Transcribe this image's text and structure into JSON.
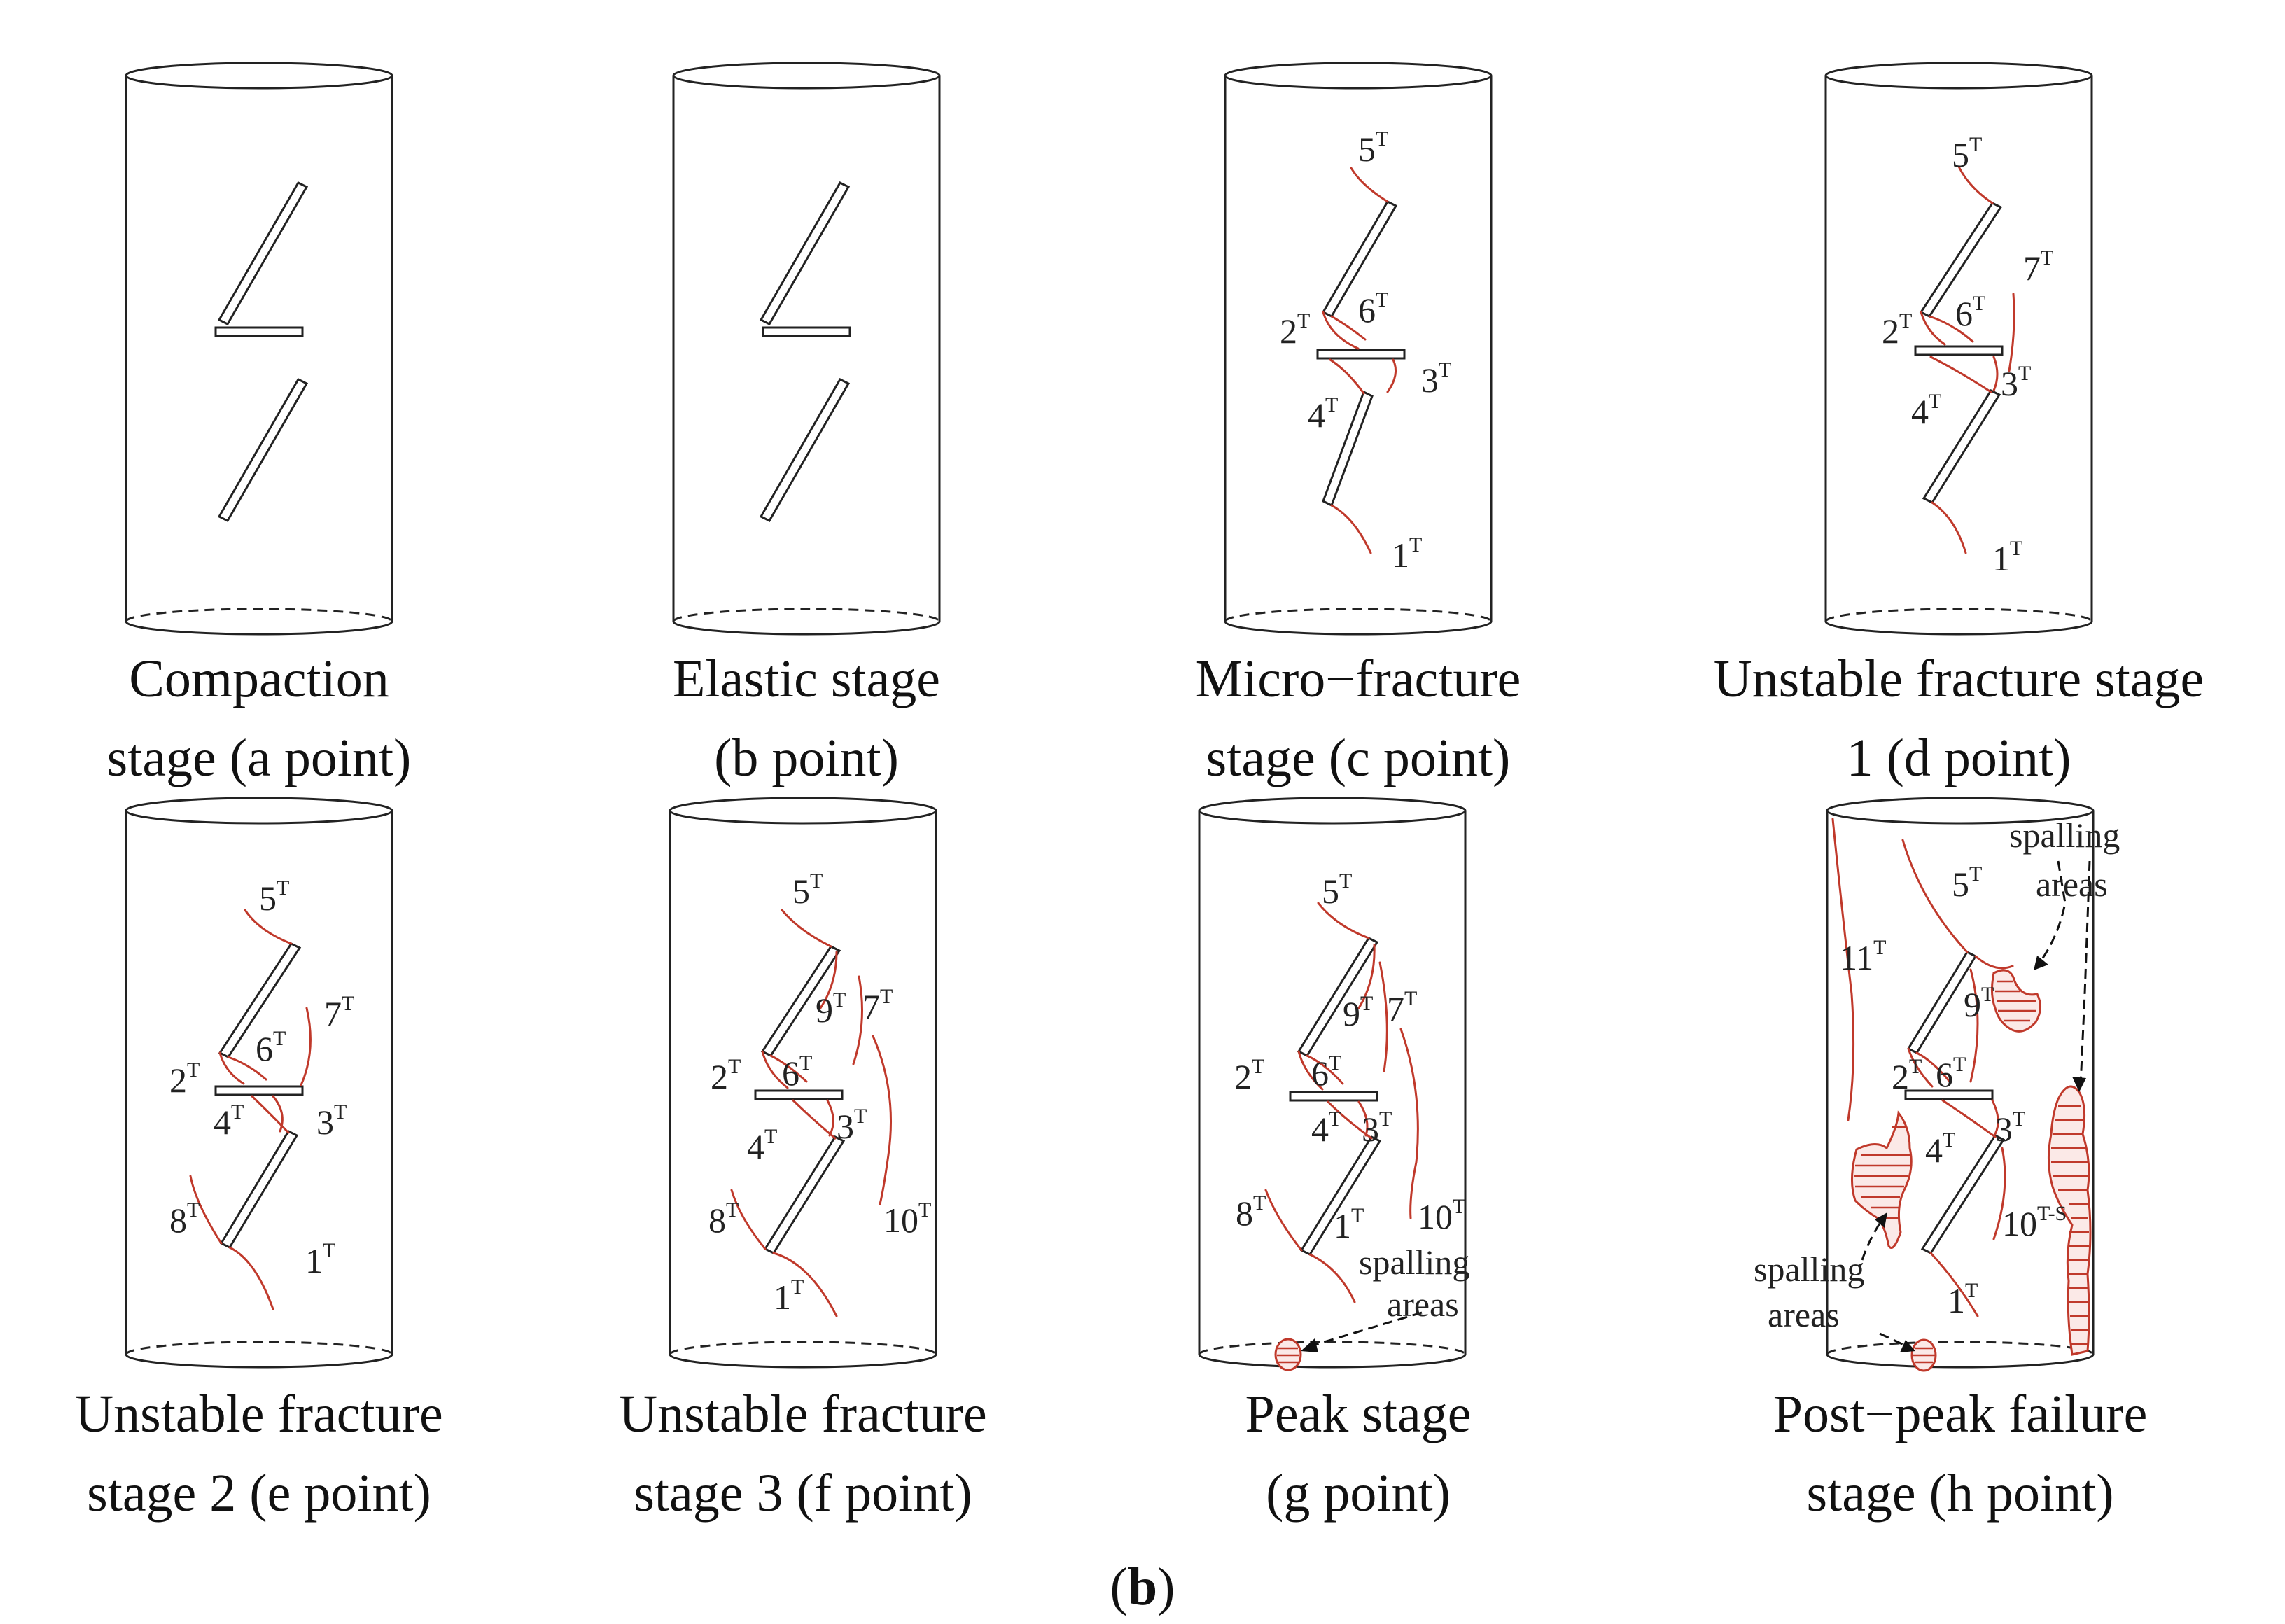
{
  "figure_label": {
    "open": "(",
    "letter": "b",
    "close": ")"
  },
  "panels": [
    {
      "id": "a",
      "caption": [
        "Compaction",
        "stage (a point)"
      ],
      "cracks": []
    },
    {
      "id": "b",
      "caption": [
        "Elastic stage",
        "(b point)"
      ],
      "cracks": []
    },
    {
      "id": "c",
      "caption": [
        "Micro−fracture",
        "stage (c point)"
      ],
      "cracks": [
        {
          "n": "5",
          "s": "T"
        },
        {
          "n": "2",
          "s": "T"
        },
        {
          "n": "6",
          "s": "T"
        },
        {
          "n": "3",
          "s": "T"
        },
        {
          "n": "4",
          "s": "T"
        },
        {
          "n": "1",
          "s": "T"
        }
      ]
    },
    {
      "id": "d",
      "caption": [
        "Unstable fracture stage",
        "1 (d point)"
      ],
      "cracks": [
        {
          "n": "5",
          "s": "T"
        },
        {
          "n": "7",
          "s": "T"
        },
        {
          "n": "2",
          "s": "T"
        },
        {
          "n": "6",
          "s": "T"
        },
        {
          "n": "3",
          "s": "T"
        },
        {
          "n": "4",
          "s": "T"
        },
        {
          "n": "1",
          "s": "T"
        }
      ]
    },
    {
      "id": "e",
      "caption": [
        "Unstable fracture",
        "stage 2 (e point)"
      ],
      "cracks": [
        {
          "n": "5",
          "s": "T"
        },
        {
          "n": "7",
          "s": "T"
        },
        {
          "n": "6",
          "s": "T"
        },
        {
          "n": "2",
          "s": "T"
        },
        {
          "n": "4",
          "s": "T"
        },
        {
          "n": "3",
          "s": "T"
        },
        {
          "n": "8",
          "s": "T"
        },
        {
          "n": "1",
          "s": "T"
        }
      ]
    },
    {
      "id": "f",
      "caption": [
        "Unstable fracture",
        "stage 3 (f point)"
      ],
      "cracks": [
        {
          "n": "5",
          "s": "T"
        },
        {
          "n": "9",
          "s": "T"
        },
        {
          "n": "7",
          "s": "T"
        },
        {
          "n": "2",
          "s": "T"
        },
        {
          "n": "6",
          "s": "T"
        },
        {
          "n": "4",
          "s": "T"
        },
        {
          "n": "3",
          "s": "T"
        },
        {
          "n": "8",
          "s": "T"
        },
        {
          "n": "10",
          "s": "T"
        },
        {
          "n": "1",
          "s": "T"
        }
      ]
    },
    {
      "id": "g",
      "caption": [
        "Peak stage",
        "(g point)"
      ],
      "cracks": [
        {
          "n": "5",
          "s": "T"
        },
        {
          "n": "9",
          "s": "T"
        },
        {
          "n": "7",
          "s": "T"
        },
        {
          "n": "2",
          "s": "T"
        },
        {
          "n": "6",
          "s": "T"
        },
        {
          "n": "4",
          "s": "T"
        },
        {
          "n": "3",
          "s": "T"
        },
        {
          "n": "8",
          "s": "T"
        },
        {
          "n": "1",
          "s": "T"
        },
        {
          "n": "10",
          "s": "T"
        }
      ],
      "annotations": [
        [
          "spalling",
          "areas"
        ]
      ]
    },
    {
      "id": "h",
      "caption": [
        "Post−peak failure",
        "stage (h point)"
      ],
      "cracks": [
        {
          "n": "11",
          "s": "T"
        },
        {
          "n": "5",
          "s": "T"
        },
        {
          "n": "9",
          "s": "T"
        },
        {
          "n": "2",
          "s": "T"
        },
        {
          "n": "6",
          "s": "T"
        },
        {
          "n": "4",
          "s": "T"
        },
        {
          "n": "3",
          "s": "T"
        },
        {
          "n": "10",
          "s": "T-S"
        },
        {
          "n": "1",
          "s": "T"
        }
      ],
      "annotations": [
        [
          "spalling",
          "areas"
        ],
        [
          "spalling",
          "areas"
        ]
      ]
    }
  ],
  "colors": {
    "crack": "#c0392b",
    "outline": "#222222",
    "spall_fill": "#fbe9e7"
  }
}
